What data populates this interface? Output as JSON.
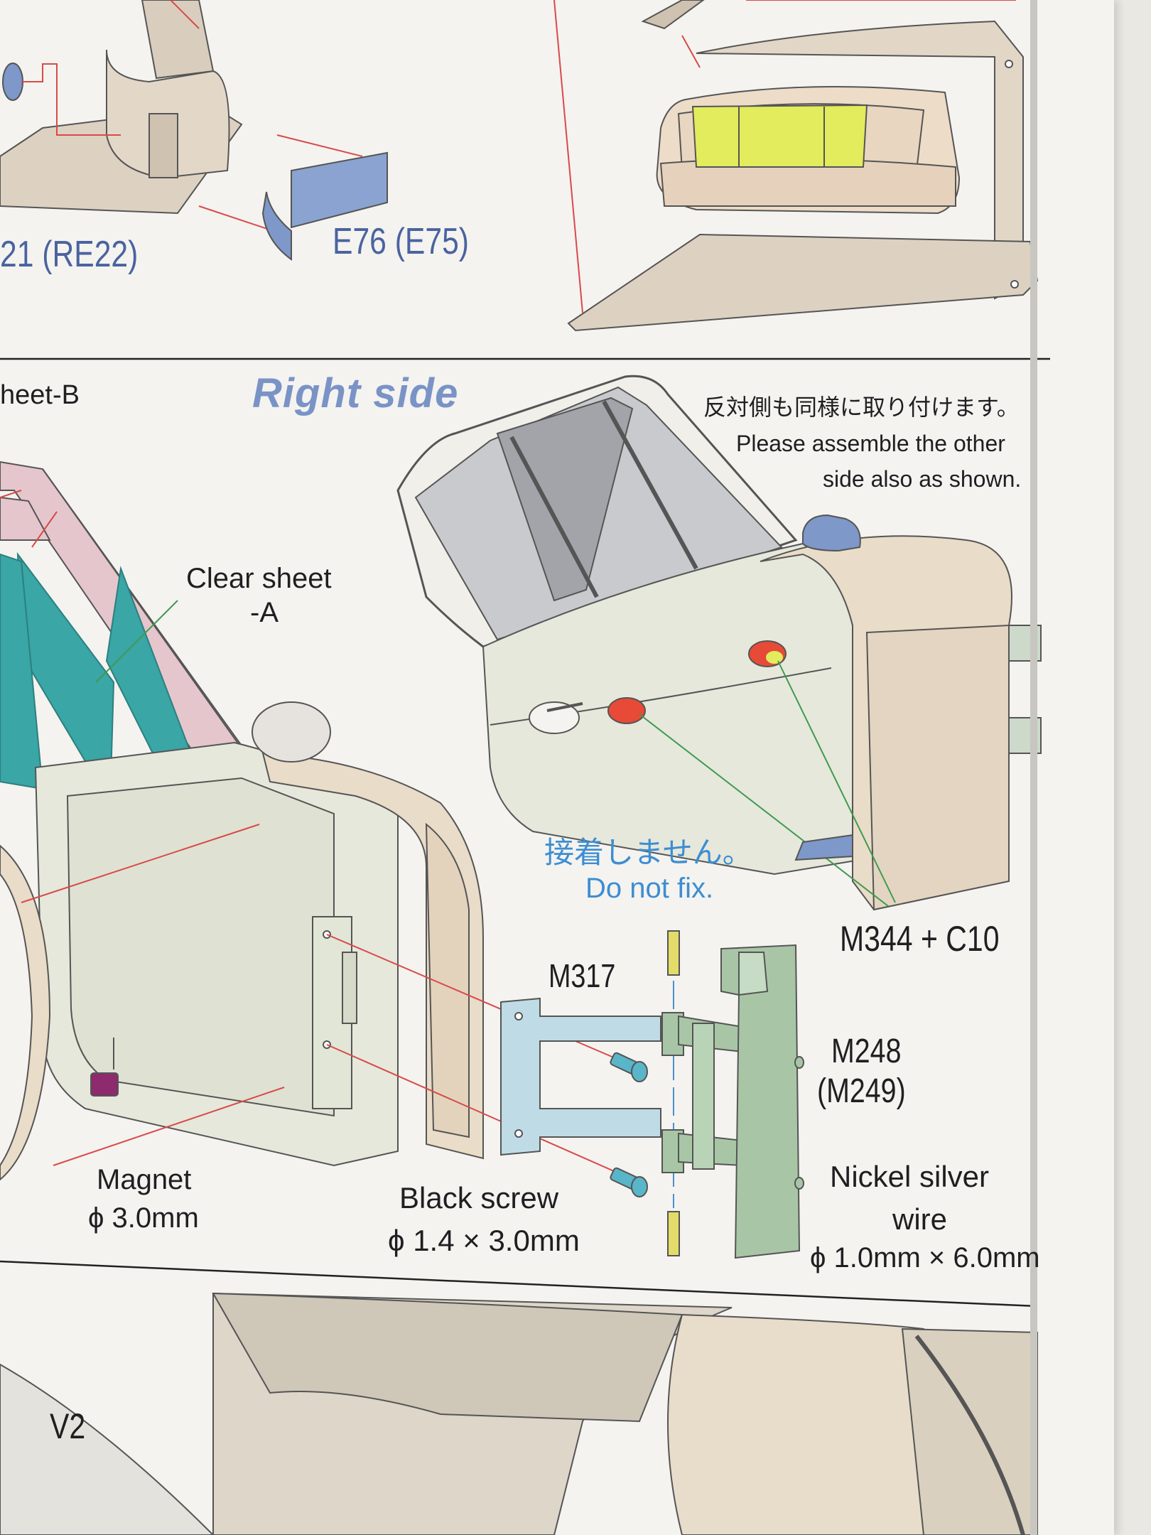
{
  "labels": {
    "top_left_part": "21 (RE22)",
    "top_center_part": "E76 (E75)",
    "sheet_b": "heet-B",
    "section_title": "Right side",
    "note_jp": "反対側も同様に取り付けます。",
    "note_en_line1": "Please assemble the other",
    "note_en_line2": "side also as shown.",
    "clear_sheet_line1": "Clear sheet",
    "clear_sheet_line2": "-A",
    "do_not_fix_jp": "接着しません。",
    "do_not_fix_en": "Do not fix.",
    "part_m344": "M344 + C10",
    "part_m317": "M317",
    "part_m248": "M248",
    "part_m249": "(M249)",
    "magnet_line1": "Magnet",
    "magnet_line2": "ϕ 3.0mm",
    "screw_line1": "Black screw",
    "screw_line2": "ϕ 1.4 × 3.0mm",
    "wire_line1": "Nickel silver",
    "wire_line2": "wire",
    "wire_line3": "ϕ 1.0mm × 6.0mm",
    "page_code": "V2"
  },
  "colors": {
    "paper": "#f4f3ef",
    "door_panel": "#e6e8dc",
    "fender": "#e9dcc8",
    "hinge_plate": "#bfdbe6",
    "hinge_arm": "#a8c6a6",
    "clear_sheet_a": "#3aa6a6",
    "window_frame": "#e5c6cc",
    "leader_red": "#d84a4a",
    "leader_green": "#3f9a4f",
    "leader_blue": "#4d8fd0",
    "title_blue": "#7a93c7",
    "magnet": "#8e2a6e",
    "pin": "#e3dc6a",
    "screw": "#58b6c8",
    "lamp": "#e74a36",
    "headlight_lens": "#e2ec5c",
    "part_blue": "#7d98c9"
  }
}
